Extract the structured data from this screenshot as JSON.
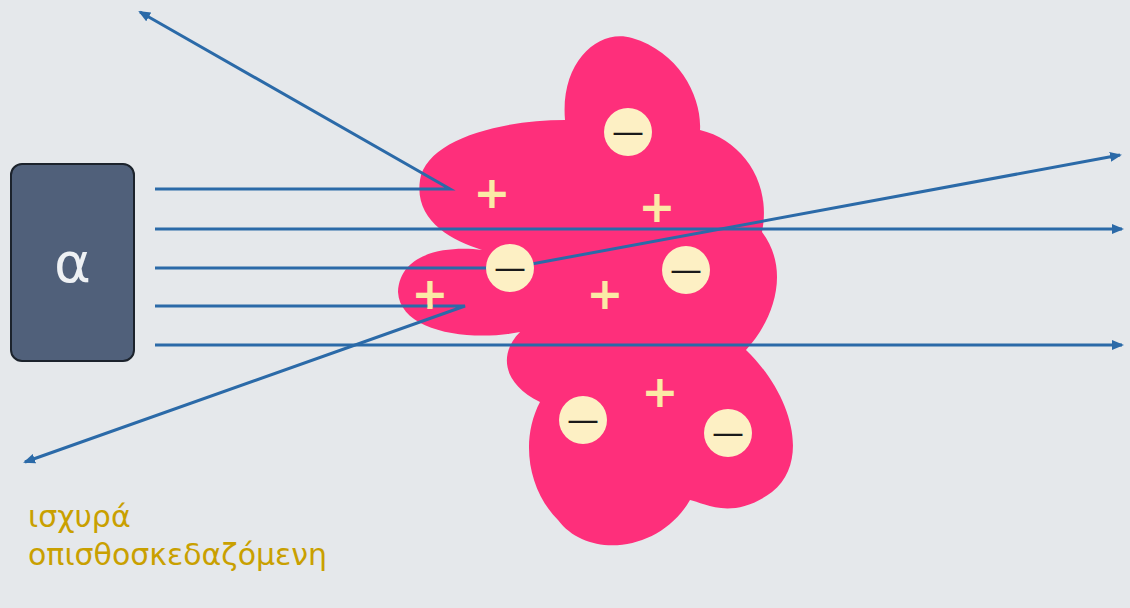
{
  "diagram": {
    "nodes": [
      {
        "text": [
          "α"
        ]
      },
      {
        "text": [
          "+",
          "+",
          "+",
          "+",
          "+"
        ]
      },
      {
        "text": [
          "—"
        ],
        "in": 1
      },
      {
        "text": [
          "—"
        ],
        "in": 1
      },
      {
        "text": [
          "—"
        ],
        "in": 1
      },
      {
        "text": [
          "—"
        ],
        "in": 1
      },
      {
        "text": [
          "—"
        ],
        "in": 1
      }
    ],
    "labels": [
      "ισχυρά οπισθοσκεδαζόμενη"
    ]
  }
}
